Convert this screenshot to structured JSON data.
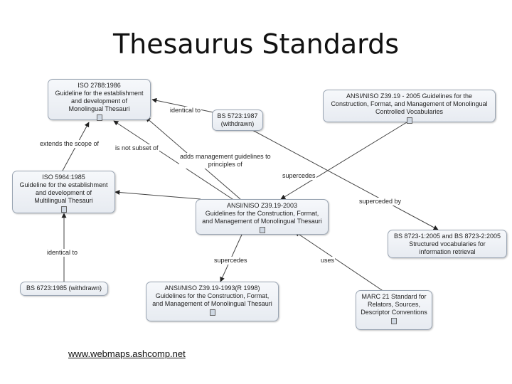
{
  "title": "Thesaurus Standards",
  "footer_link": "www.webmaps.ashcomp.net",
  "nodes": {
    "iso2788": [
      "ISO 2788:1986",
      "Guideline for the establishment",
      "and development of",
      "Monolingual Thesauri"
    ],
    "bs5723": [
      "BS 5723:1987",
      "(withdrawn)"
    ],
    "z3919_2005": [
      "ANSI/NISO Z39.19 - 2005 Guidelines for the",
      "Construction, Format, and Management of Monolingual",
      "Controlled Vocabularies"
    ],
    "iso5964": [
      "ISO 5964:1985",
      "Guideline for the establishment",
      "and development of",
      "Multilingual Thesauri"
    ],
    "z3919_2003": [
      "ANSI/NISO Z39.19-2003",
      "Guidelines for the Construction, Format,",
      "and Management of Monolingual Thesauri"
    ],
    "bs8723": [
      "BS 8723-1:2005 and BS 8723-2:2005",
      "Structured vocabularies for",
      "information retrieval"
    ],
    "bs6723": [
      "BS 6723:1985 (withdrawn)"
    ],
    "z3919_1993": [
      "ANSI/NISO Z39.19-1993(R 1998)",
      "Guidelines for the Construction, Format,",
      "and Management of Monolingual Thesauri"
    ],
    "marc21": [
      "MARC 21 Standard for",
      "Relators, Sources,",
      "Descriptor Conventions"
    ]
  },
  "edge_labels": {
    "identical_to_1": [
      "identical to"
    ],
    "extends_scope": [
      "extends the scope of"
    ],
    "not_subset": [
      "is not subset of"
    ],
    "adds_mgmt": [
      "adds management guidelines to",
      "principles of"
    ],
    "supercedes_1": [
      "supercedes"
    ],
    "superceded_by": [
      "superceded by"
    ],
    "identical_to_2": [
      "identical to"
    ],
    "supercedes_2": [
      "supercedes"
    ],
    "uses": [
      "uses"
    ]
  }
}
